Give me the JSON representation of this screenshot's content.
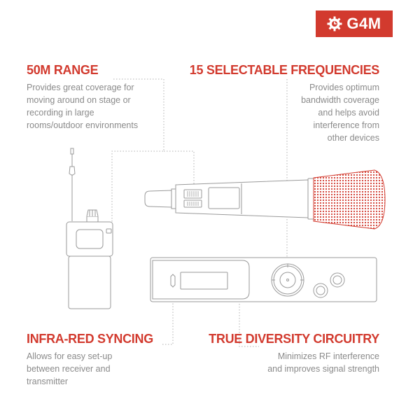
{
  "brand": {
    "name": "G4M",
    "color": "#d23a2e"
  },
  "features": {
    "range": {
      "title": "50M RANGE",
      "lines": [
        "Provides great coverage for",
        "moving around on stage or",
        "recording in large",
        "rooms/outdoor environments"
      ]
    },
    "frequencies": {
      "title": "15 SELECTABLE FREQUENCIES",
      "lines": [
        "Provides optimum",
        "bandwidth coverage",
        "and helps avoid",
        "interference from",
        "other devices"
      ]
    },
    "syncing": {
      "title": "INFRA-RED SYNCING",
      "lines": [
        "Allows for easy set-up",
        "between receiver and",
        "transmitter"
      ]
    },
    "diversity": {
      "title": "TRUE DIVERSITY CIRCUITRY",
      "lines": [
        "Minimizes RF interference",
        "and improves signal strength"
      ]
    }
  },
  "icons": [
    "gear-icon",
    "bodypack-transmitter-illustration",
    "handheld-microphone-illustration",
    "receiver-unit-illustration"
  ],
  "colors": {
    "accent": "#d23a2e",
    "text_gray": "#8a8a8a",
    "line_gray": "#b0b0b0"
  }
}
